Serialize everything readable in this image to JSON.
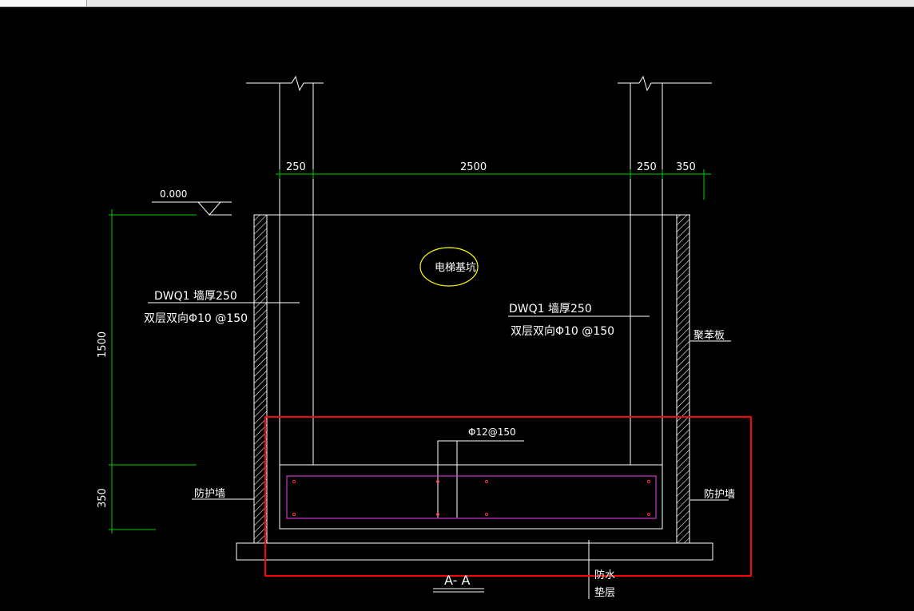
{
  "drawing": {
    "dimensions": {
      "top_wall_left": "250",
      "top_pit_width": "2500",
      "top_wall_right": "250",
      "top_extra": "350",
      "left_height_upper": "1500",
      "left_height_lower": "350"
    },
    "elevation_label": "0.000",
    "pit_label": "电梯基坑",
    "wall_note_left": {
      "line1": "DWQ1  墙厚250",
      "line2": "双层双向Φ10 @150"
    },
    "wall_note_right": {
      "line1": "DWQ1  墙厚250",
      "line2": "双层双向Φ10 @150"
    },
    "rebar_label": "Φ12@150",
    "right_board_label": "聚苯板",
    "protect_wall_left": "防护墙",
    "protect_wall_right": "防护墙",
    "waterproof_label_1": "防水",
    "waterproof_label_2": "垫层",
    "section_label": "A- A"
  },
  "colors": {
    "background": "#000000",
    "lines": "#ffffff",
    "dimension": "#00ff00",
    "highlight_box": "#ff0000",
    "rebar_cage": "#cc33cc",
    "rebar_points": "#ff3333",
    "pit_ellipse": "#ffff00"
  }
}
